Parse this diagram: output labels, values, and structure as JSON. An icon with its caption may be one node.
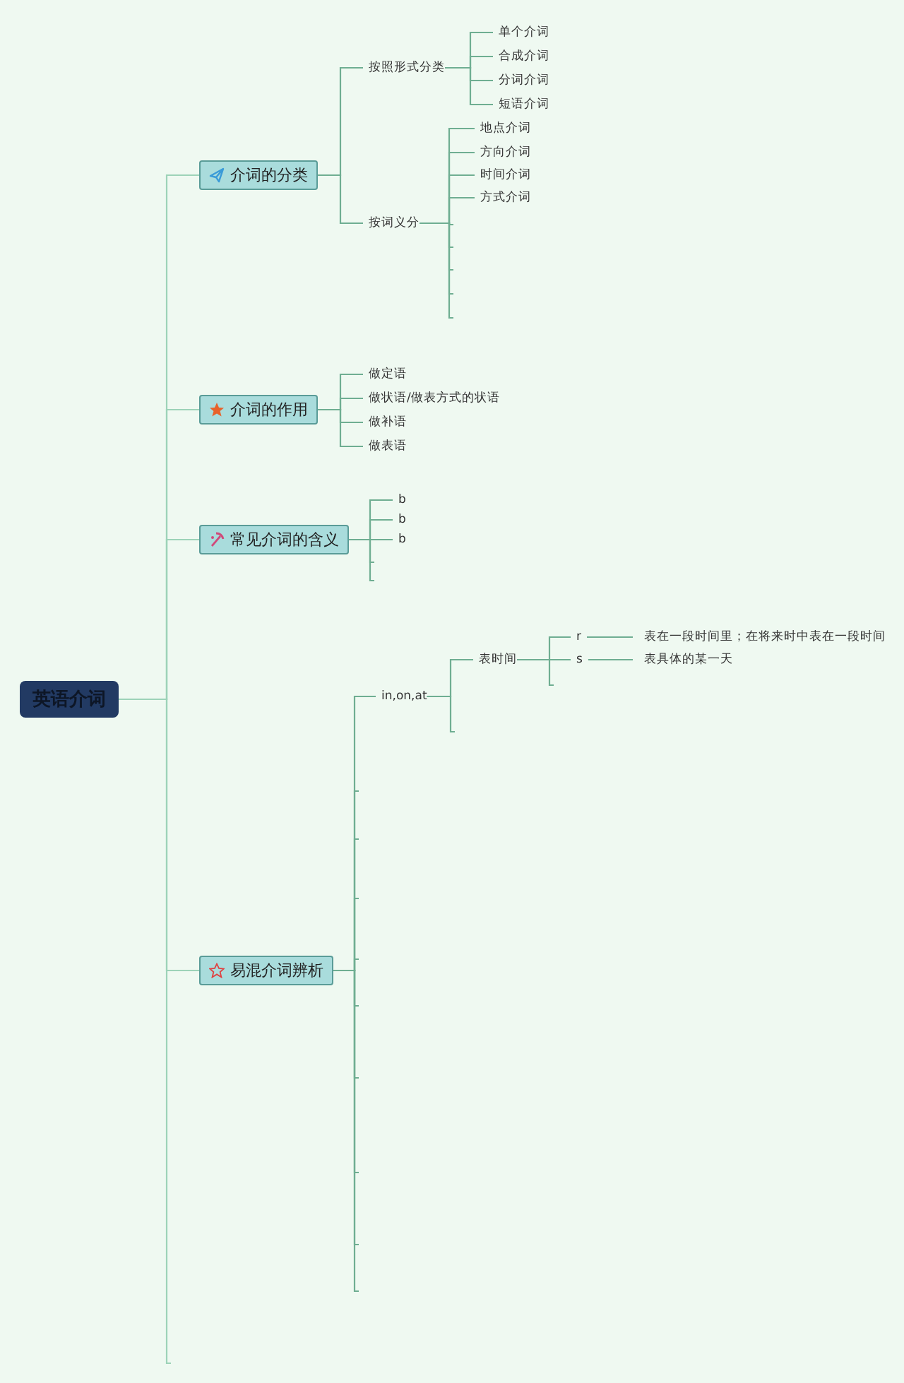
{
  "diagram": {
    "nodes": [
      {
        "text": [
          "英语介词"
        ]
      },
      {
        "text": [
          "介词的分类"
        ]
      },
      {
        "text": [
          "按照形式分类"
        ]
      },
      {
        "text": [
          "单个介词"
        ]
      },
      {
        "text": [
          "合成介词"
        ]
      },
      {
        "text": [
          "分词介词"
        ]
      },
      {
        "text": [
          "短语介词"
        ]
      },
      {
        "text": [
          "按词义分"
        ]
      },
      {
        "text": [
          "地点介词"
        ]
      },
      {
        "text": [
          "方向介词"
        ]
      },
      {
        "text": [
          "时间介词"
        ]
      },
      {
        "text": [
          "方式介词"
        ]
      },
      {
        "text": [
          "介词的作用"
        ]
      },
      {
        "text": [
          "做定语"
        ]
      },
      {
        "text": [
          "做状语/做表方式的状语"
        ]
      },
      {
        "text": [
          "做补语"
        ]
      },
      {
        "text": [
          "做表语"
        ]
      },
      {
        "text": [
          "常见介词的含义"
        ]
      },
      {
        "text": [
          "b"
        ]
      },
      {
        "text": [
          "b"
        ]
      },
      {
        "text": [
          "b"
        ]
      },
      {
        "text": [
          "易混介词辨析"
        ]
      },
      {
        "text": [
          "in,on,at"
        ]
      },
      {
        "text": [
          "表时间"
        ]
      },
      {
        "text": [
          "r"
        ]
      },
      {
        "text": [
          "s"
        ]
      },
      {
        "text": [
          "表在一段时间里；在将来时中表在一段时间"
        ]
      },
      {
        "text": [
          "表具体的某一天"
        ]
      }
    ],
    "edges": [
      {
        "from": 0,
        "to": 1,
        "arrow": "none"
      },
      {
        "from": 0,
        "to": 12,
        "arrow": "none"
      },
      {
        "from": 0,
        "to": 17,
        "arrow": "none"
      },
      {
        "from": 0,
        "to": 21,
        "arrow": "none"
      },
      {
        "from": 0,
        "to": null,
        "arrow": "none"
      },
      {
        "from": 1,
        "to": 2,
        "arrow": "none"
      },
      {
        "from": 1,
        "to": 7,
        "arrow": "none"
      },
      {
        "from": 2,
        "to": 3,
        "arrow": "none"
      },
      {
        "from": 2,
        "to": 4,
        "arrow": "none"
      },
      {
        "from": 2,
        "to": 5,
        "arrow": "none"
      },
      {
        "from": 2,
        "to": 6,
        "arrow": "none"
      },
      {
        "from": 7,
        "to": 8,
        "arrow": "none"
      },
      {
        "from": 7,
        "to": 9,
        "arrow": "none"
      },
      {
        "from": 7,
        "to": 10,
        "arrow": "none"
      },
      {
        "from": 7,
        "to": 11,
        "arrow": "none"
      },
      {
        "from": 7,
        "to": null,
        "arrow": "none"
      },
      {
        "from": 7,
        "to": null,
        "arrow": "none"
      },
      {
        "from": 7,
        "to": null,
        "arrow": "none"
      },
      {
        "from": 7,
        "to": null,
        "arrow": "none"
      },
      {
        "from": 7,
        "to": null,
        "arrow": "none"
      },
      {
        "from": 12,
        "to": 13,
        "arrow": "none"
      },
      {
        "from": 12,
        "to": 14,
        "arrow": "none"
      },
      {
        "from": 12,
        "to": 15,
        "arrow": "none"
      },
      {
        "from": 12,
        "to": 16,
        "arrow": "none"
      },
      {
        "from": 17,
        "to": 18,
        "arrow": "none"
      },
      {
        "from": 17,
        "to": 19,
        "arrow": "none"
      },
      {
        "from": 17,
        "to": 20,
        "arrow": "none"
      },
      {
        "from": 17,
        "to": null,
        "arrow": "none"
      },
      {
        "from": 17,
        "to": null,
        "arrow": "none"
      },
      {
        "from": 21,
        "to": 22,
        "arrow": "none"
      },
      {
        "from": 21,
        "to": null,
        "arrow": "none"
      },
      {
        "from": 21,
        "to": null,
        "arrow": "none"
      },
      {
        "from": 21,
        "to": null,
        "arrow": "none"
      },
      {
        "from": 21,
        "to": null,
        "arrow": "none"
      },
      {
        "from": 21,
        "to": null,
        "arrow": "none"
      },
      {
        "from": 21,
        "to": null,
        "arrow": "none"
      },
      {
        "from": 21,
        "to": null,
        "arrow": "none"
      },
      {
        "from": 21,
        "to": null,
        "arrow": "none"
      },
      {
        "from": 21,
        "to": null,
        "arrow": "none"
      },
      {
        "from": 22,
        "to": 23,
        "arrow": "none"
      },
      {
        "from": 22,
        "to": null,
        "arrow": "none"
      },
      {
        "from": 23,
        "to": 24,
        "arrow": "none"
      },
      {
        "from": 23,
        "to": 25,
        "arrow": "none"
      },
      {
        "from": 23,
        "to": null,
        "arrow": "none"
      },
      {
        "from": 24,
        "to": 26,
        "arrow": "none"
      },
      {
        "from": 25,
        "to": 27,
        "arrow": "none"
      }
    ]
  }
}
